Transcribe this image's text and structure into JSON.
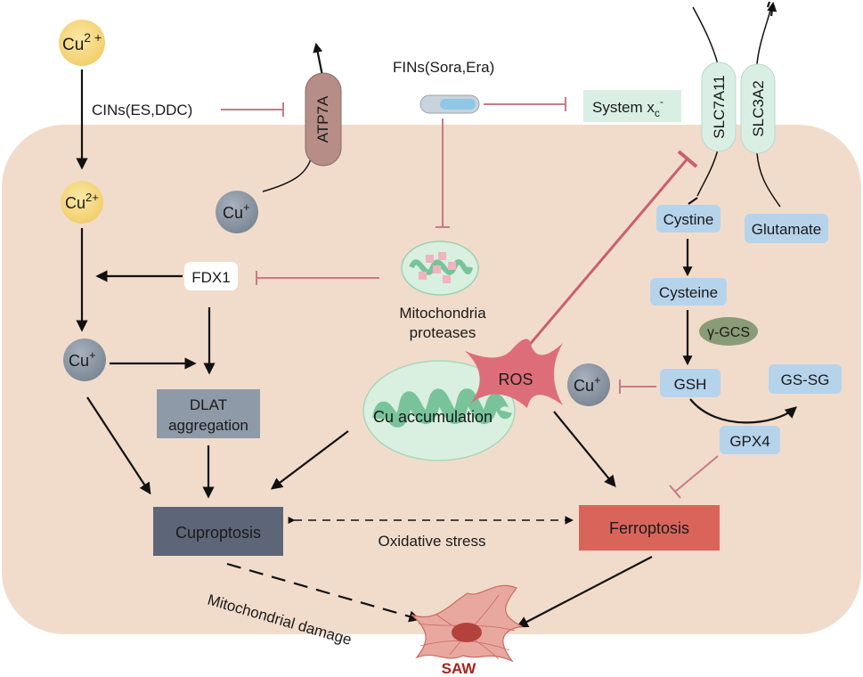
{
  "extracellular": {
    "cu2_ext": {
      "base": "Cu",
      "sup": "2 +"
    },
    "cins": "CINs(ES,DDC)",
    "fins": "FINs(Sora,Era)",
    "system_xc": {
      "base": "System x",
      "sub": "c",
      "sup": "-"
    },
    "atp7a": "ATP7A",
    "slc7a11": "SLC7A11",
    "slc3a2": "SLC3A2"
  },
  "cell": {
    "cu2_in": {
      "base": "Cu",
      "sup": "2+"
    },
    "cu_plus_left": {
      "base": "Cu",
      "sup": "+"
    },
    "cu_plus_atp": {
      "base": "Cu",
      "sup": "+"
    },
    "cu_plus_right": {
      "base": "Cu",
      "sup": "+"
    },
    "fdx1": "FDX1",
    "dlat": [
      "DLAT",
      "aggregation"
    ],
    "mito_proteases": [
      "Mitochondria",
      "proteases"
    ],
    "cu_accumulation": "Cu accumulation",
    "ros": "ROS",
    "cystine": "Cystine",
    "glutamate": "Glutamate",
    "cysteine": "Cysteine",
    "gamma_gcs": "γ-GCS",
    "gsh": "GSH",
    "gssg": "GS-SG",
    "gpx4": "GPX4",
    "cuproptosis": "Cuproptosis",
    "ferroptosis": "Ferroptosis",
    "oxidative_stress": "Oxidative stress"
  },
  "outcome": {
    "mito_damage": "Mitochondrial damage",
    "saw": "SAW"
  },
  "colors": {
    "cell_fill": "#f1dccb",
    "yellow_node": "#f6d982",
    "grey_node": "#8f9aa8",
    "blue_box": "#b6d3ec",
    "mint_box": "#d9efe4",
    "atp7a": "#b68d87",
    "cuproptosis_box": "#5c6678",
    "ferroptosis_box": "#d9655a",
    "ros": "#dd6e79",
    "mito_outer": "#d9efdf",
    "mito_inner": "#79c39b",
    "inhibition": "#c97a86",
    "saw_text": "#a6231f"
  }
}
